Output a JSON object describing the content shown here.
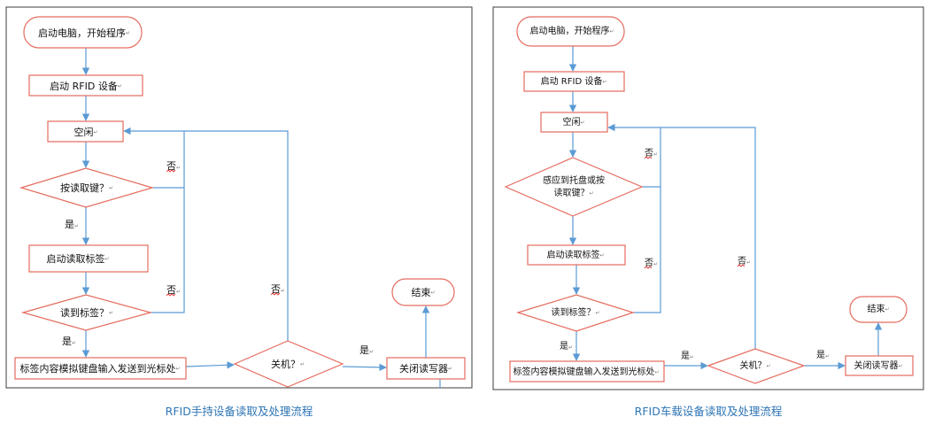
{
  "colors": {
    "shape_border": "#e46c5e",
    "connector": "#5b9bd5",
    "caption": "#2e75b6",
    "frame": "#3c3c3c",
    "spellcheck": "#e02020"
  },
  "marks": {
    "para": "↵"
  },
  "handheld": {
    "caption": "RFID手持设备读取及处理流程",
    "start": "启动电脑，开始程序",
    "start_rfid": "启动 RFID 设备",
    "idle": "空闲",
    "decision_trigger": "按读取键？",
    "start_read": "启动读取标签",
    "decision_tag": "读到标签？",
    "send_to_cursor": "标签内容模拟键盘输入发送到光标处",
    "decision_shutdown": "关机？",
    "close_reader": "关闭读写器",
    "end": "结束",
    "yes": "是",
    "no": "否"
  },
  "vehicle": {
    "caption": "RFID车载设备读取及处理流程",
    "start": "启动电脑，开始程序",
    "start_rfid": "启动 RFID 设备",
    "idle": "空闲",
    "decision_trigger": [
      "感应到托盘或按",
      "读取键？"
    ],
    "start_read": "启动读取标签",
    "decision_tag": "读到标签？",
    "send_to_cursor": "标签内容模拟键盘输入发送到光标处",
    "decision_shutdown": "关机？",
    "close_reader": "关闭读写器",
    "end": "结束",
    "yes": "是",
    "no": "否"
  }
}
